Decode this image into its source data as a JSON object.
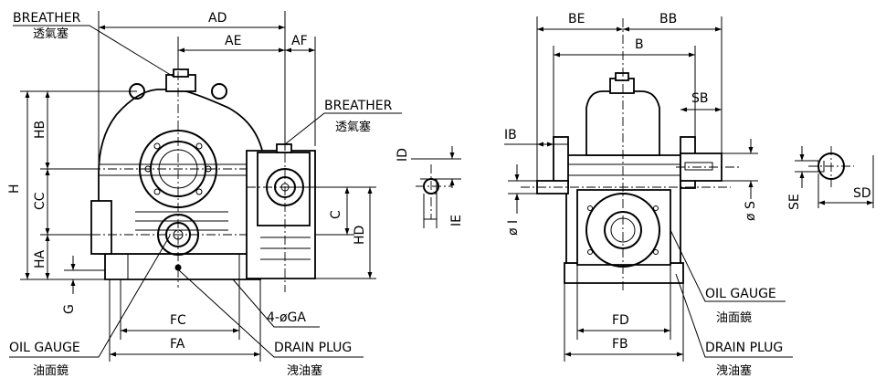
{
  "front_view": {
    "breather_label": "BREATHER",
    "breather_label_cn": "透氣塞",
    "dim_AD": "AD",
    "dim_AE": "AE",
    "dim_AF": "AF",
    "dim_HB": "HB",
    "dim_CC": "CC",
    "dim_HA": "HA",
    "dim_H": "H",
    "dim_G": "G",
    "dim_FC": "FC",
    "dim_FA": "FA",
    "holes_label": "4-øGA",
    "oil_gauge_label": "OIL GAUGE",
    "oil_gauge_label_cn": "油面鏡",
    "drain_plug_label": "DRAIN PLUG",
    "drain_plug_label_cn": "洩油塞"
  },
  "side_motor_view": {
    "breather_label": "BREATHER",
    "breather_label_cn": "透氣塞",
    "dim_C": "C",
    "dim_HD": "HD"
  },
  "input_key_detail": {
    "dim_ID": "ID",
    "dim_IE": "IE"
  },
  "side_view": {
    "dim_BE": "BE",
    "dim_BB": "BB",
    "dim_B": "B",
    "dim_SB": "SB",
    "dim_IB": "IB",
    "dim_I": "ø I",
    "dim_S": "ø S",
    "dim_FD": "FD",
    "dim_FB": "FB",
    "oil_gauge_label": "OIL GAUGE",
    "oil_gauge_label_cn": "油面鏡",
    "drain_plug_label": "DRAIN PLUG",
    "drain_plug_label_cn": "洩油塞"
  },
  "output_key_detail": {
    "dim_SE": "SE",
    "dim_SD": "SD"
  }
}
